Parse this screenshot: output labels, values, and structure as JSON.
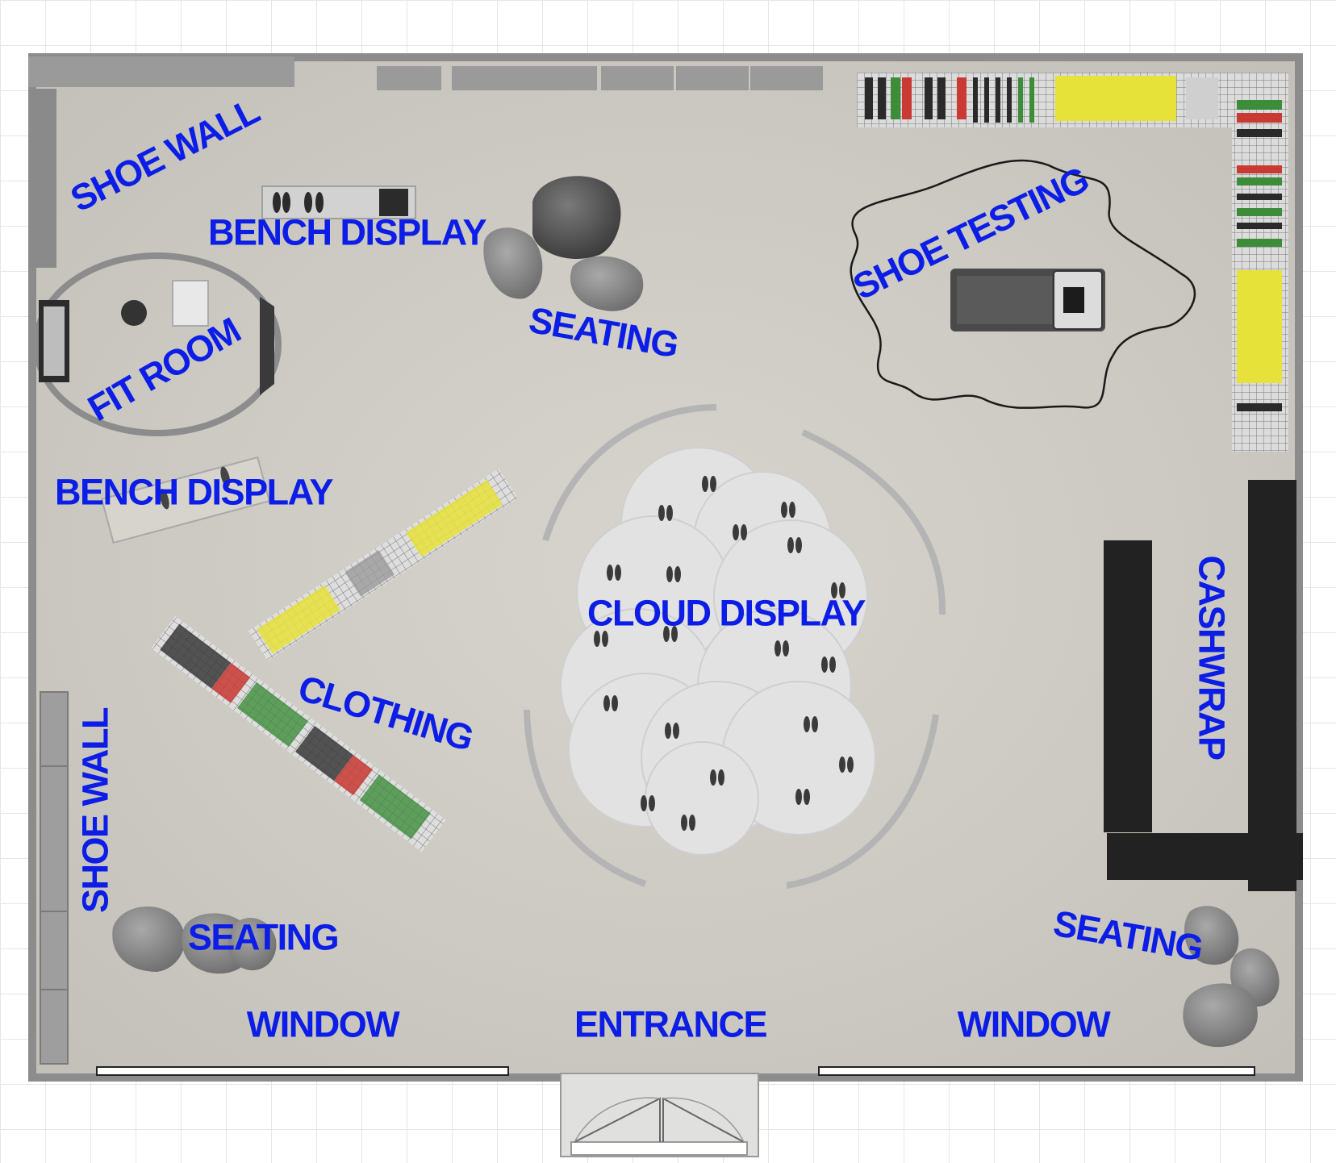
{
  "floor_plan": {
    "labels": {
      "shoe_wall_top": "SHOE WALL",
      "bench_display_top": "BENCH DISPLAY",
      "seating_top": "SEATING",
      "shoe_testing": "SHOE TESTING",
      "fit_room": "FIT ROOM",
      "bench_display_left": "BENCH DISPLAY",
      "cloud_display": "CLOUD DISPLAY",
      "clothing": "CLOTHING",
      "cashwrap": "CASHWRAP",
      "shoe_wall_left": "SHOE WALL",
      "seating_left": "SEATING",
      "seating_right": "SEATING",
      "window_left": "WINDOW",
      "entrance": "ENTRANCE",
      "window_right": "WINDOW"
    },
    "colors": {
      "label": "#0b1de6",
      "floor": "#cfcdc6",
      "wall": "#8c8c8c",
      "fixture_dark": "#222222",
      "rock": "#8e8e8e",
      "cloud_table": "#e2e2e2",
      "shoe_green": "#3d8c3a",
      "shoe_red": "#c83a33",
      "shoe_yellow": "#e6e23a"
    }
  }
}
